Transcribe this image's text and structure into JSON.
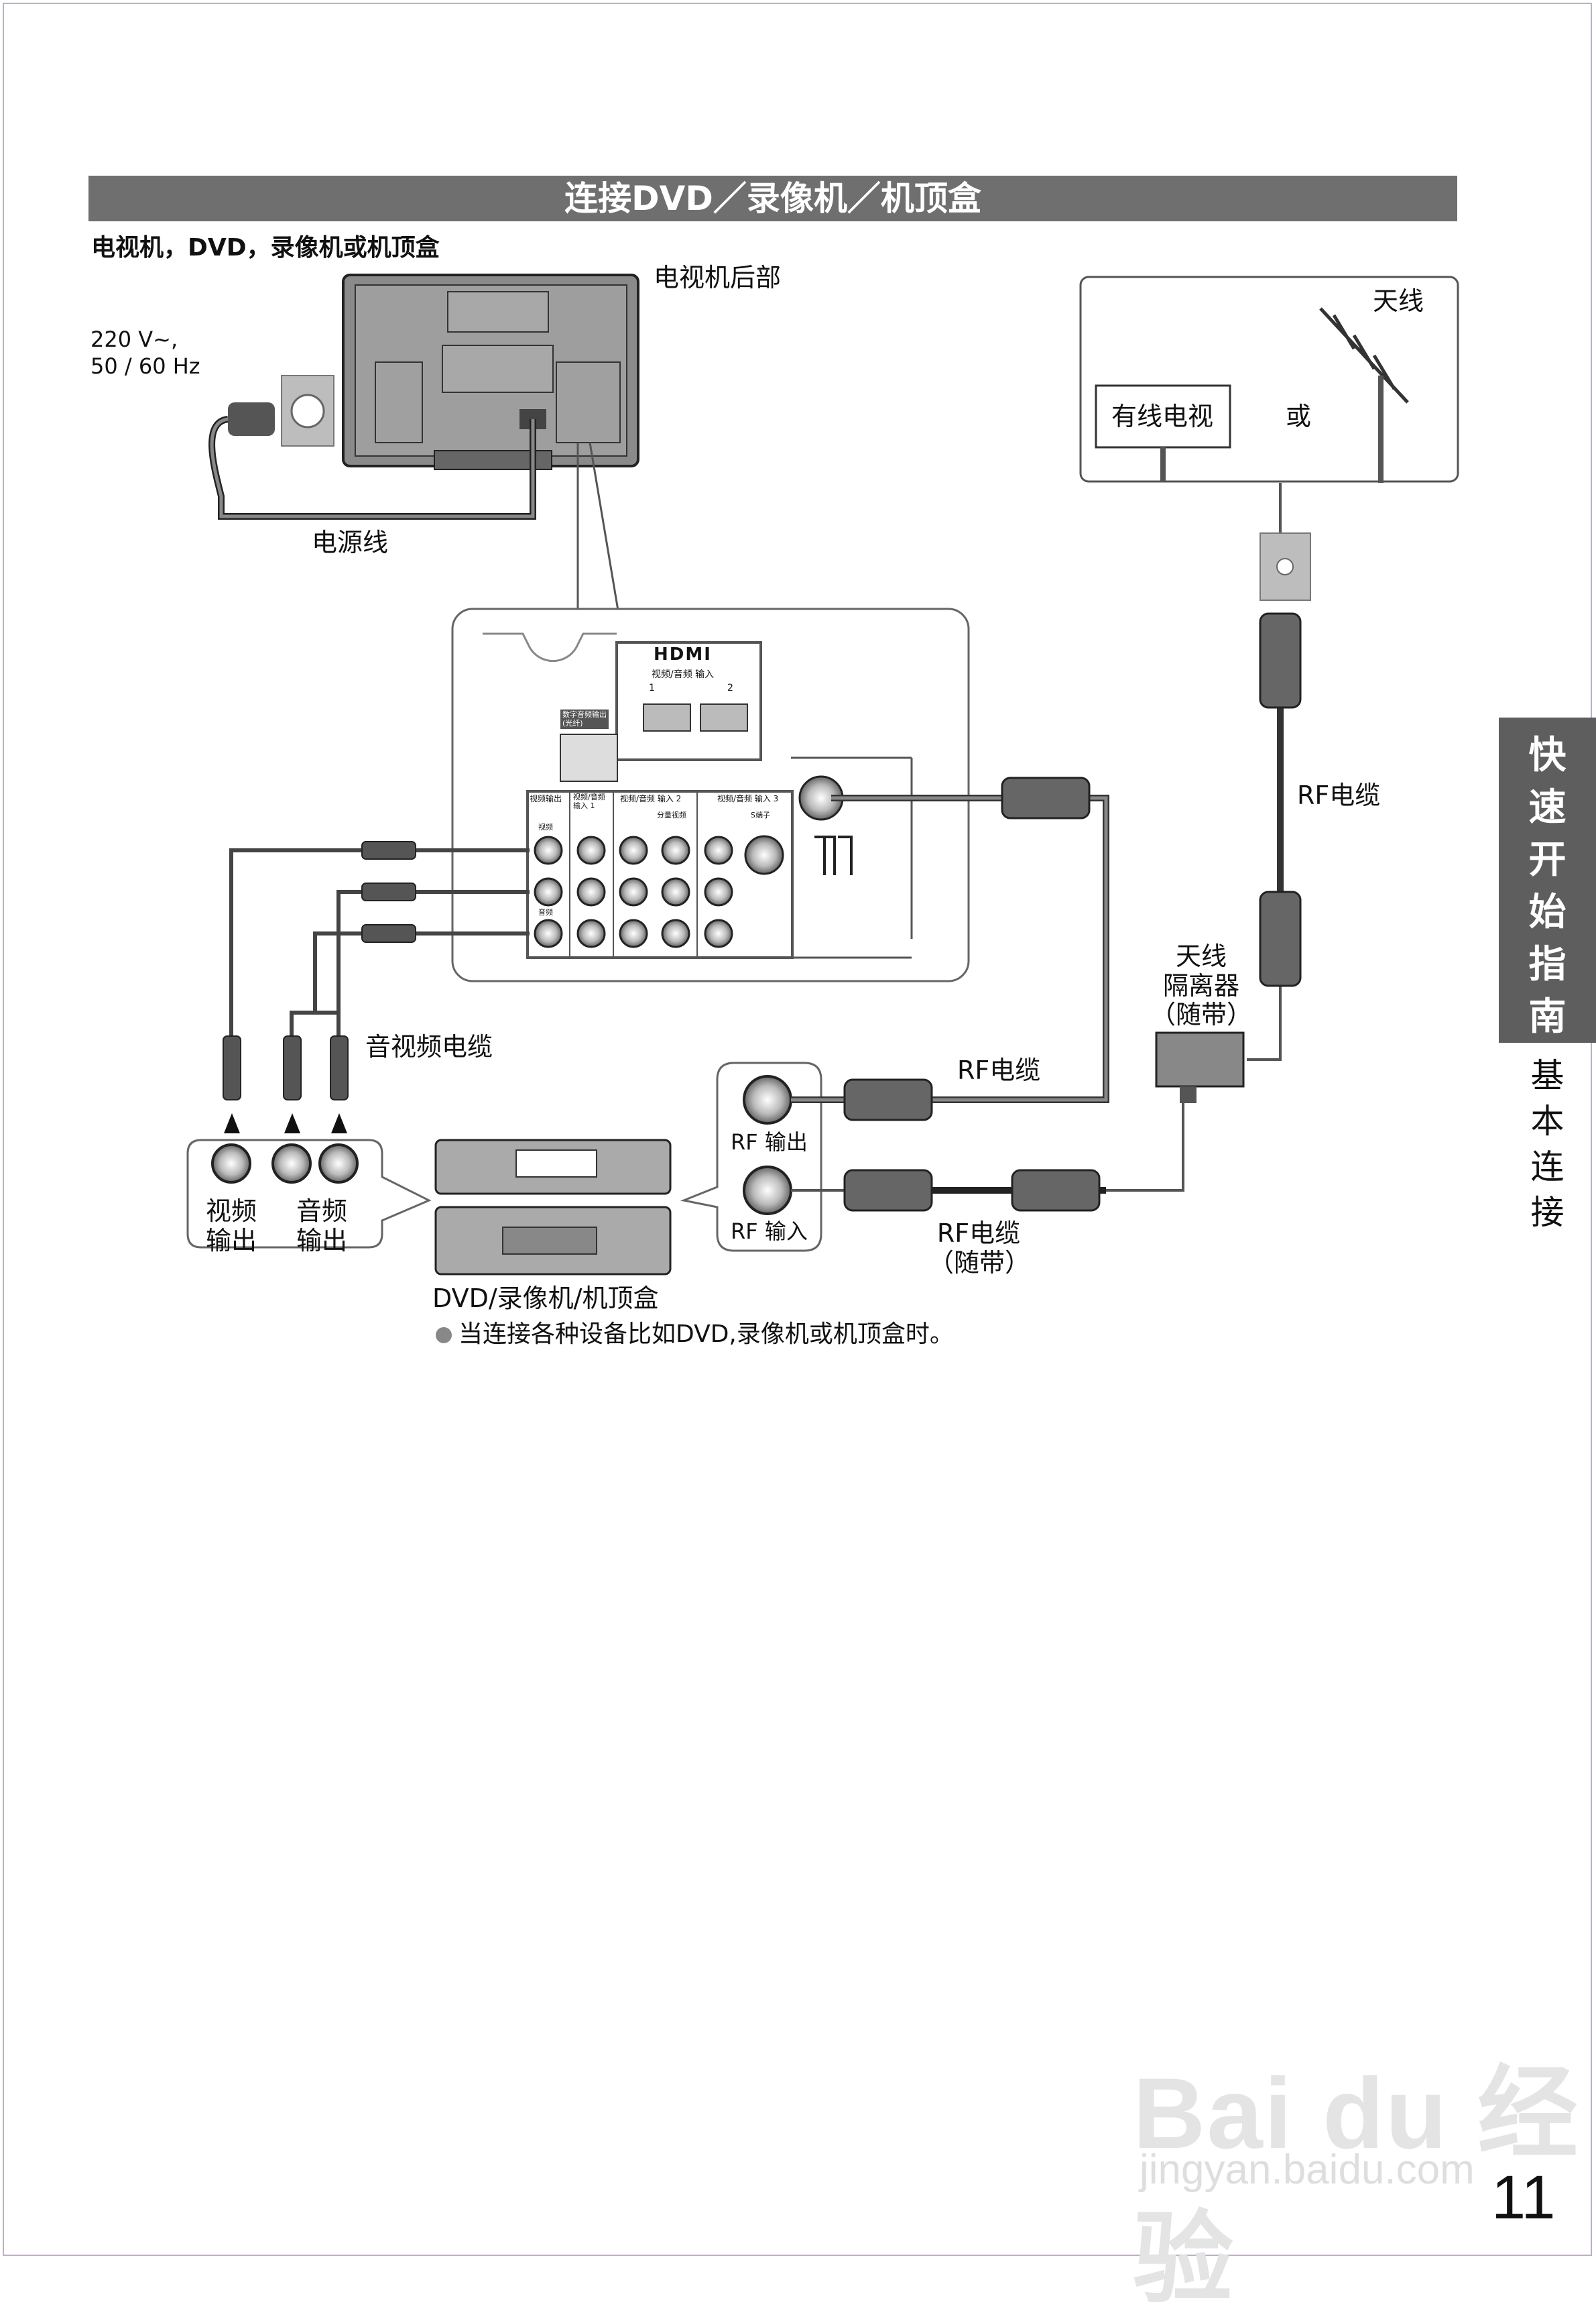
{
  "section_title": "连接DVD／录像机／机顶盒",
  "subtitle": "电视机，DVD，录像机或机顶盒",
  "tv_back_label": "电视机后部",
  "power": {
    "voltage": "220 V~,",
    "frequency": "50 / 60 Hz",
    "cable_label": "电源线"
  },
  "antenna": {
    "cable_tv": "有线电视",
    "or": "或",
    "antenna": "天线"
  },
  "rf_cable_label": "RF电缆",
  "rf_cable_label_2": "RF电缆",
  "rf_cable_included": {
    "line1": "RF电缆",
    "line2": "（随带）"
  },
  "isolator": {
    "line1": "天线",
    "line2": "隔离器",
    "line3": "（随带）"
  },
  "av_cable_label": "音视频电缆",
  "device_outputs": {
    "video_1": "视频",
    "video_2": "输出",
    "audio_1": "音频",
    "audio_2": "输出"
  },
  "rf_ports": {
    "out": "RF 输出",
    "in": "RF 输入"
  },
  "device_label": "DVD/录像机/机顶盒",
  "note": "当连接各种设备比如DVD,录像机或机顶盒时。",
  "panel": {
    "hdmi_logo": "HDMI",
    "hdmi_input": "视频/音频 输入",
    "hdmi_1": "1",
    "hdmi_2": "2",
    "optical": "数字音频输出\n(光纤)",
    "video_out": "视频输出",
    "av_in_1": "视频/音频\n输入 1",
    "av_in_2": "视频/音频 输入 2",
    "av_in_3": "视频/音频 输入 3",
    "component": "分量视频",
    "s_video": "S端子",
    "video": "视频",
    "audio": "音频"
  },
  "side_tab": [
    "快",
    "速",
    "开",
    "始",
    "指",
    "南"
  ],
  "side_sub": [
    "基",
    "本",
    "连",
    "接"
  ],
  "page_number": "11",
  "watermark": {
    "brand": "Bai du 经验",
    "url": "jingyan.baidu.com"
  }
}
